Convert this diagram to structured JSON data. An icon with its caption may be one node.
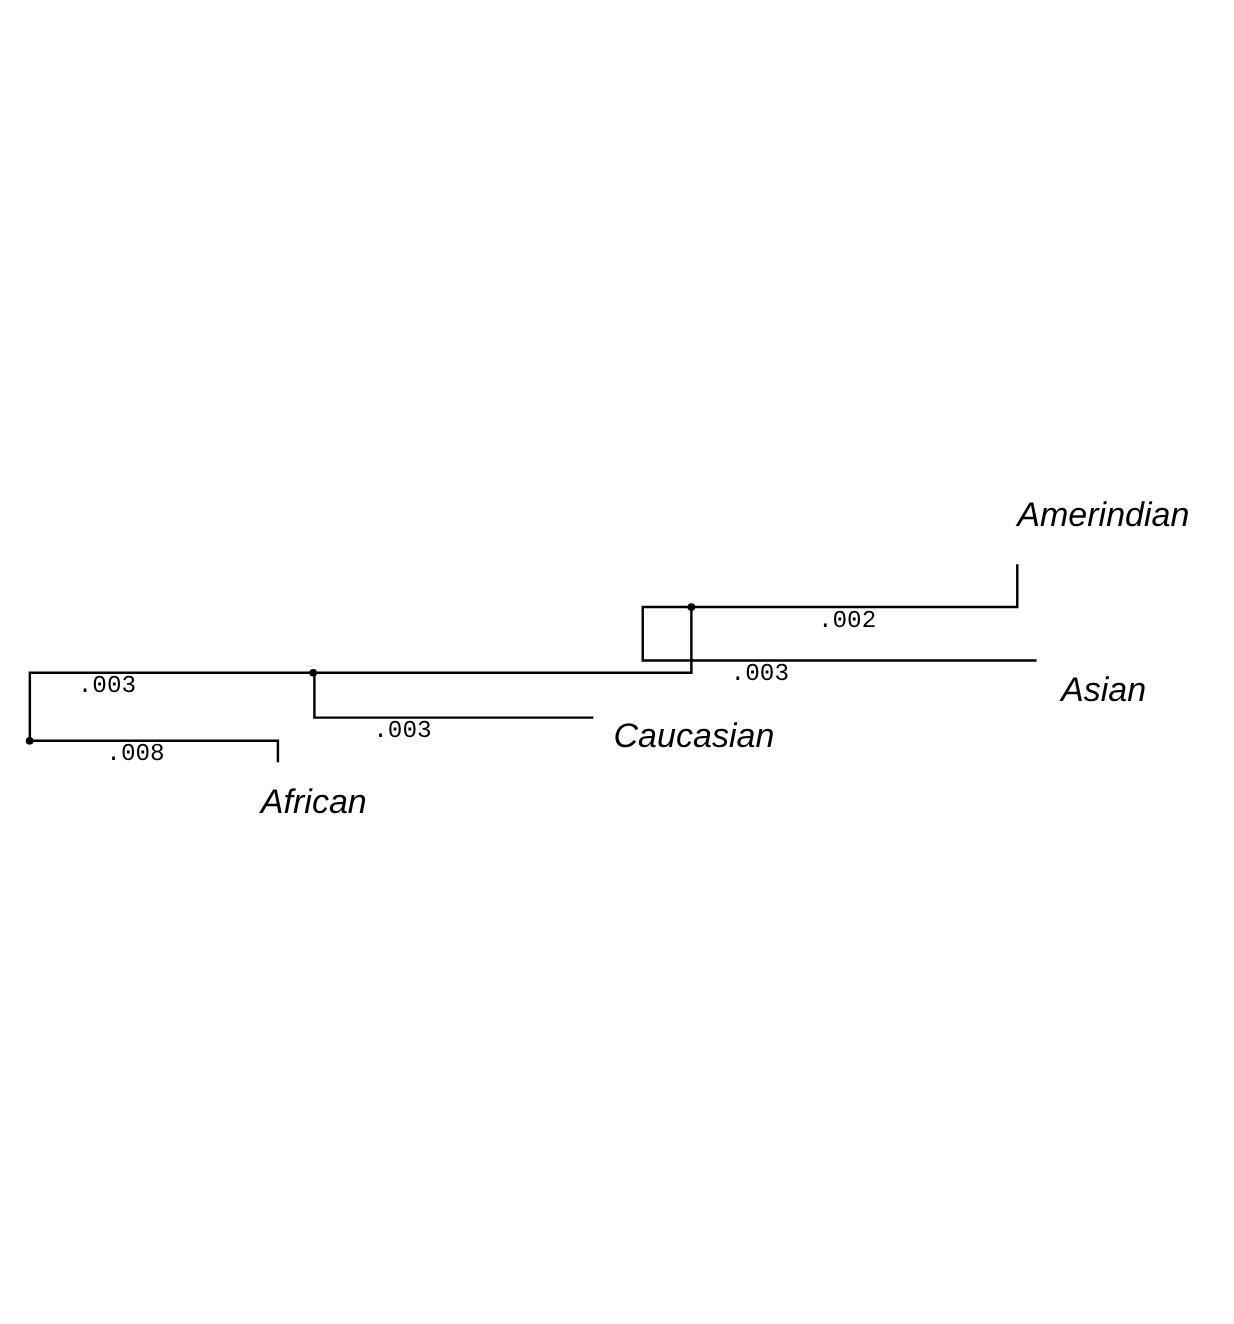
{
  "diagram": {
    "nodes": [
      {
        "text": [],
        "shape": "point"
      },
      {
        "text": [],
        "shape": "point"
      },
      {
        "text": [],
        "shape": "point"
      },
      {
        "text": [
          "Amerindian"
        ]
      },
      {
        "text": [
          "Asian"
        ]
      },
      {
        "text": [
          "Caucasian"
        ]
      },
      {
        "text": [
          "African"
        ]
      }
    ],
    "edges": [
      {
        "from": 0,
        "to": 1,
        "arrow": "none",
        "label": ".003"
      },
      {
        "from": 1,
        "to": 2,
        "arrow": "none"
      },
      {
        "from": 2,
        "to": 3,
        "arrow": "none",
        "label": ".002"
      },
      {
        "from": 2,
        "to": 4,
        "arrow": "none",
        "label": ".003"
      },
      {
        "from": 1,
        "to": 5,
        "arrow": "none",
        "label": ".003"
      },
      {
        "from": 0,
        "to": 6,
        "arrow": "none",
        "label": ".008"
      }
    ]
  }
}
